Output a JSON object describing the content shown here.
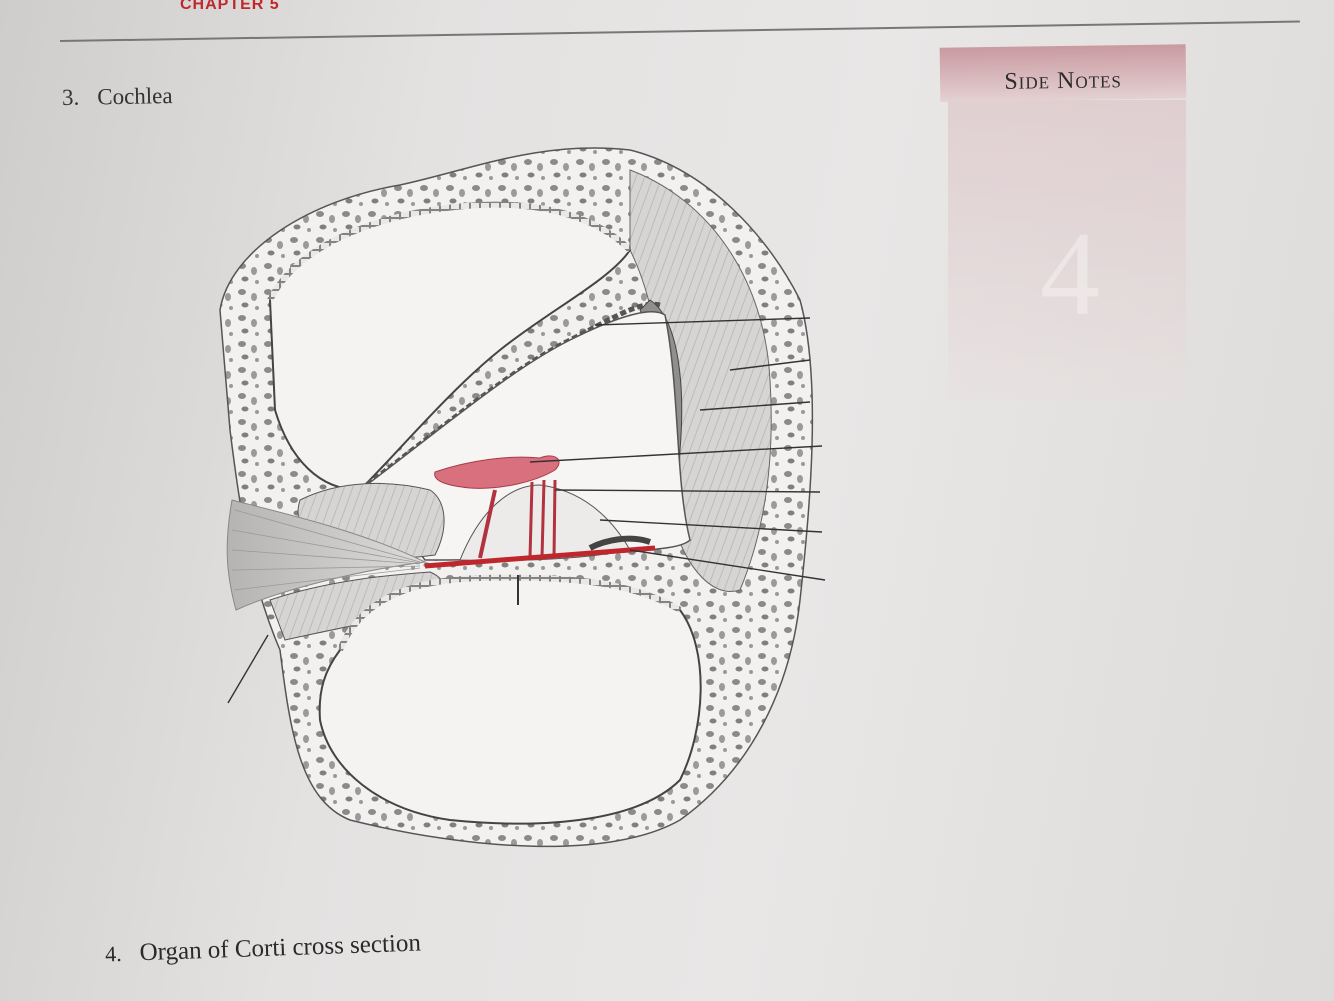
{
  "header": {
    "chapter_text": "CHAPTER 5"
  },
  "section3": {
    "number": "3.",
    "title": "Cochlea"
  },
  "section4": {
    "number": "4.",
    "title": "Organ of Corti cross section"
  },
  "side_notes": {
    "title": "Side Notes",
    "watermark": "4"
  },
  "colors": {
    "accent_red": "#c0272d",
    "membrane_pink": "#d9707d",
    "ink": "#3a3a3a"
  }
}
